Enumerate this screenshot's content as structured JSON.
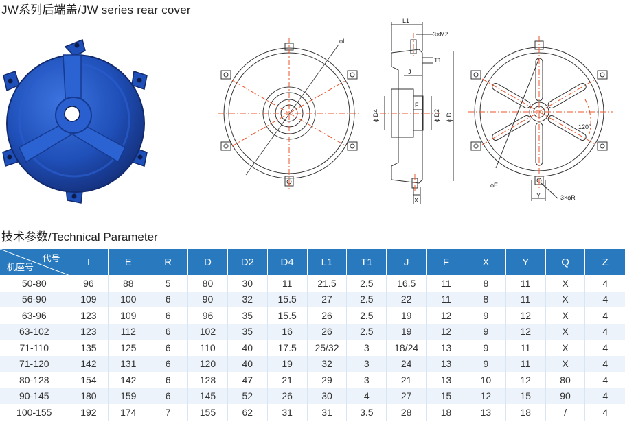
{
  "header": {
    "title": "JW系列后端盖/JW series rear cover"
  },
  "drawings": {
    "front_label_I": "ϕI",
    "side_labels": {
      "L1": "L1",
      "MZ": "3×MZ",
      "T1": "T1",
      "J": "J",
      "F": "F",
      "D4": "ϕ D4",
      "D2": "ϕ D2",
      "D": "ϕ D",
      "X": "X"
    },
    "back_labels": {
      "angle": "120°",
      "E": "ϕE",
      "Y": "Y",
      "R": "3×ϕR"
    }
  },
  "section": {
    "title": "技术参数/Technical Parameter"
  },
  "table": {
    "corner_top": "代号",
    "corner_bottom": "机座号",
    "columns": [
      "I",
      "E",
      "R",
      "D",
      "D2",
      "D4",
      "L1",
      "T1",
      "J",
      "F",
      "X",
      "Y",
      "Q",
      "Z"
    ],
    "rows": [
      [
        "50-80",
        "96",
        "88",
        "5",
        "80",
        "30",
        "11",
        "21.5",
        "2.5",
        "16.5",
        "11",
        "8",
        "11",
        "X",
        "4"
      ],
      [
        "56-90",
        "109",
        "100",
        "6",
        "90",
        "32",
        "15.5",
        "27",
        "2.5",
        "22",
        "11",
        "8",
        "11",
        "X",
        "4"
      ],
      [
        "63-96",
        "123",
        "109",
        "6",
        "96",
        "35",
        "15.5",
        "26",
        "2.5",
        "19",
        "12",
        "9",
        "12",
        "X",
        "4"
      ],
      [
        "63-102",
        "123",
        "112",
        "6",
        "102",
        "35",
        "16",
        "26",
        "2.5",
        "19",
        "12",
        "9",
        "12",
        "X",
        "4"
      ],
      [
        "71-110",
        "135",
        "125",
        "6",
        "110",
        "40",
        "17.5",
        "25/32",
        "3",
        "18/24",
        "13",
        "9",
        "11",
        "X",
        "4"
      ],
      [
        "71-120",
        "142",
        "131",
        "6",
        "120",
        "40",
        "19",
        "32",
        "3",
        "24",
        "13",
        "9",
        "11",
        "X",
        "4"
      ],
      [
        "80-128",
        "154",
        "142",
        "6",
        "128",
        "47",
        "21",
        "29",
        "3",
        "21",
        "13",
        "10",
        "12",
        "80",
        "4"
      ],
      [
        "90-145",
        "180",
        "159",
        "6",
        "145",
        "52",
        "26",
        "30",
        "4",
        "27",
        "15",
        "12",
        "15",
        "90",
        "4"
      ],
      [
        "100-155",
        "192",
        "174",
        "7",
        "155",
        "62",
        "31",
        "31",
        "3.5",
        "28",
        "18",
        "13",
        "18",
        "/",
        "4"
      ]
    ]
  },
  "colors": {
    "header_blue": "#2979bf",
    "row_alt": "#edf3fa",
    "product_blue": "#1f4fb8",
    "centerline": "#e8552a"
  }
}
